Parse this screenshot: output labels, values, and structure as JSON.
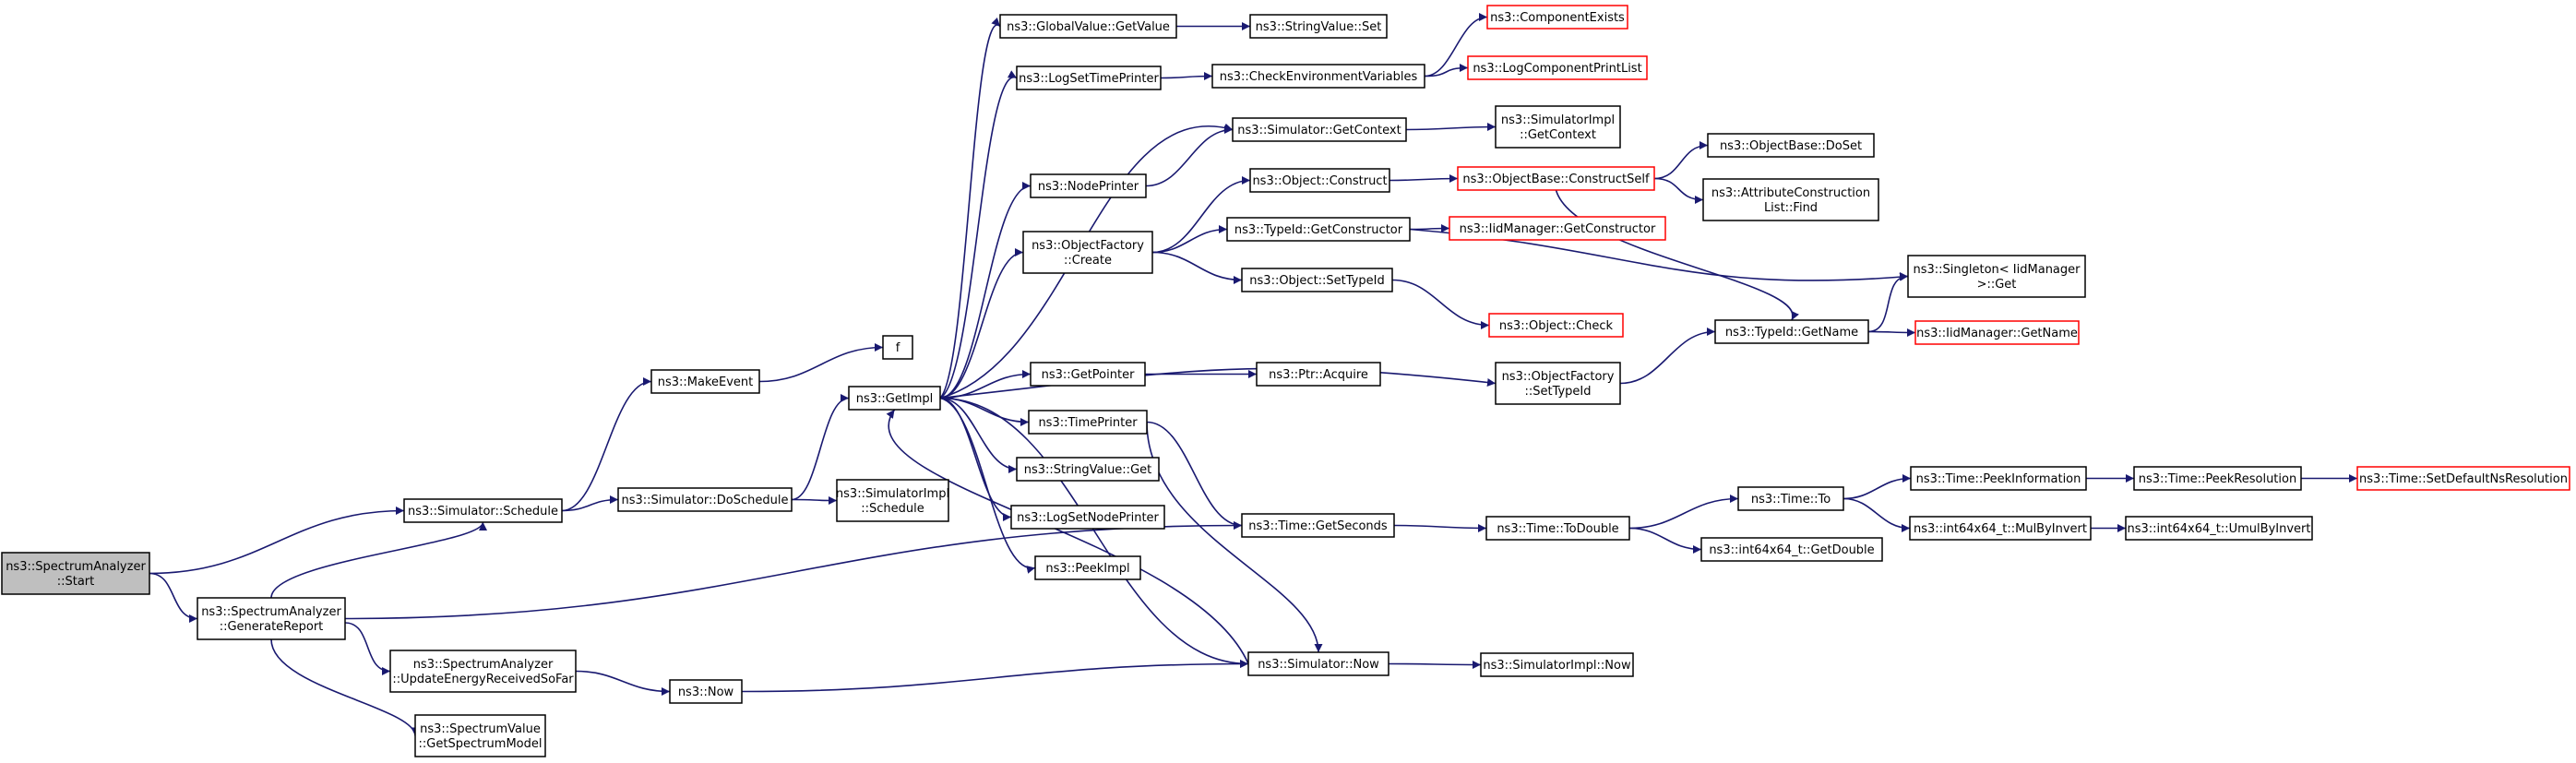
{
  "colors": {
    "edge": "#191970",
    "node_border": "#000000",
    "truncated_border": "#ff0000",
    "root_fill": "#bfbfbf",
    "node_fill": "#ffffff"
  },
  "nodes": [
    {
      "id": "start",
      "lines": [
        "ns3::SpectrumAnalyzer",
        "::Start"
      ],
      "style": "root"
    },
    {
      "id": "sim_schedule",
      "lines": [
        "ns3::Simulator::Schedule"
      ],
      "style": "normal"
    },
    {
      "id": "generate_report",
      "lines": [
        "ns3::SpectrumAnalyzer",
        "::GenerateReport"
      ],
      "style": "normal"
    },
    {
      "id": "make_event",
      "lines": [
        "ns3::MakeEvent"
      ],
      "style": "normal"
    },
    {
      "id": "do_schedule",
      "lines": [
        "ns3::Simulator::DoSchedule"
      ],
      "style": "normal"
    },
    {
      "id": "update_energy",
      "lines": [
        "ns3::SpectrumAnalyzer",
        "::UpdateEnergyReceivedSoFar"
      ],
      "style": "normal"
    },
    {
      "id": "get_spectrum_model",
      "lines": [
        "ns3::SpectrumValue",
        "::GetSpectrumModel"
      ],
      "style": "normal"
    },
    {
      "id": "f",
      "lines": [
        "f"
      ],
      "style": "normal"
    },
    {
      "id": "get_impl",
      "lines": [
        "ns3::GetImpl"
      ],
      "style": "normal"
    },
    {
      "id": "simimpl_schedule",
      "lines": [
        "ns3::SimulatorImpl",
        "::Schedule"
      ],
      "style": "normal"
    },
    {
      "id": "ns3_now",
      "lines": [
        "ns3::Now"
      ],
      "style": "normal"
    },
    {
      "id": "gv_getvalue",
      "lines": [
        "ns3::GlobalValue::GetValue"
      ],
      "style": "normal"
    },
    {
      "id": "log_set_time_printer",
      "lines": [
        "ns3::LogSetTimePrinter"
      ],
      "style": "normal"
    },
    {
      "id": "node_printer",
      "lines": [
        "ns3::NodePrinter"
      ],
      "style": "normal"
    },
    {
      "id": "of_create",
      "lines": [
        "ns3::ObjectFactory",
        "::Create"
      ],
      "style": "normal"
    },
    {
      "id": "get_pointer",
      "lines": [
        "ns3::GetPointer"
      ],
      "style": "normal"
    },
    {
      "id": "time_printer",
      "lines": [
        "ns3::TimePrinter"
      ],
      "style": "normal"
    },
    {
      "id": "sv_get",
      "lines": [
        "ns3::StringValue::Get"
      ],
      "style": "normal"
    },
    {
      "id": "log_set_node_printer",
      "lines": [
        "ns3::LogSetNodePrinter"
      ],
      "style": "normal"
    },
    {
      "id": "peek_impl",
      "lines": [
        "ns3::PeekImpl"
      ],
      "style": "normal"
    },
    {
      "id": "sv_set",
      "lines": [
        "ns3::StringValue::Set"
      ],
      "style": "normal"
    },
    {
      "id": "check_env",
      "lines": [
        "ns3::CheckEnvironmentVariables"
      ],
      "style": "normal"
    },
    {
      "id": "sim_get_context",
      "lines": [
        "ns3::Simulator::GetContext"
      ],
      "style": "normal"
    },
    {
      "id": "obj_construct",
      "lines": [
        "ns3::Object::Construct"
      ],
      "style": "normal"
    },
    {
      "id": "typeid_get_constructor",
      "lines": [
        "ns3::TypeId::GetConstructor"
      ],
      "style": "normal"
    },
    {
      "id": "obj_set_typeid",
      "lines": [
        "ns3::Object::SetTypeId"
      ],
      "style": "normal"
    },
    {
      "id": "ptr_acquire",
      "lines": [
        "ns3::Ptr::Acquire"
      ],
      "style": "normal"
    },
    {
      "id": "time_get_seconds",
      "lines": [
        "ns3::Time::GetSeconds"
      ],
      "style": "normal"
    },
    {
      "id": "sim_now",
      "lines": [
        "ns3::Simulator::Now"
      ],
      "style": "normal"
    },
    {
      "id": "component_exists",
      "lines": [
        "ns3::ComponentExists"
      ],
      "style": "red"
    },
    {
      "id": "log_component_print_list",
      "lines": [
        "ns3::LogComponentPrintList"
      ],
      "style": "red"
    },
    {
      "id": "simimpl_get_context",
      "lines": [
        "ns3::SimulatorImpl",
        "::GetContext"
      ],
      "style": "normal"
    },
    {
      "id": "ob_construct_self",
      "lines": [
        "ns3::ObjectBase::ConstructSelf"
      ],
      "style": "red"
    },
    {
      "id": "iid_get_constructor",
      "lines": [
        "ns3::IidManager::GetConstructor"
      ],
      "style": "red"
    },
    {
      "id": "obj_check",
      "lines": [
        "ns3::Object::Check"
      ],
      "style": "red"
    },
    {
      "id": "of_set_typeid",
      "lines": [
        "ns3::ObjectFactory",
        "::SetTypeId"
      ],
      "style": "normal"
    },
    {
      "id": "time_to_double",
      "lines": [
        "ns3::Time::ToDouble"
      ],
      "style": "normal"
    },
    {
      "id": "simimpl_now",
      "lines": [
        "ns3::SimulatorImpl::Now"
      ],
      "style": "normal"
    },
    {
      "id": "ob_doset",
      "lines": [
        "ns3::ObjectBase::DoSet"
      ],
      "style": "normal"
    },
    {
      "id": "attr_cl_find",
      "lines": [
        "ns3::AttributeConstruction",
        "List::Find"
      ],
      "style": "normal"
    },
    {
      "id": "typeid_get_name",
      "lines": [
        "ns3::TypeId::GetName"
      ],
      "style": "normal"
    },
    {
      "id": "time_to",
      "lines": [
        "ns3::Time::To"
      ],
      "style": "normal"
    },
    {
      "id": "int64_get_double",
      "lines": [
        "ns3::int64x64_t::GetDouble"
      ],
      "style": "normal"
    },
    {
      "id": "singleton_get",
      "lines": [
        "ns3::Singleton< IidManager",
        " >::Get"
      ],
      "style": "normal"
    },
    {
      "id": "iid_get_name",
      "lines": [
        "ns3::IidManager::GetName"
      ],
      "style": "red"
    },
    {
      "id": "time_peek_information",
      "lines": [
        "ns3::Time::PeekInformation"
      ],
      "style": "normal"
    },
    {
      "id": "int64_mul_by_invert",
      "lines": [
        "ns3::int64x64_t::MulByInvert"
      ],
      "style": "normal"
    },
    {
      "id": "time_peek_resolution",
      "lines": [
        "ns3::Time::PeekResolution"
      ],
      "style": "normal"
    },
    {
      "id": "int64_umul_by_invert",
      "lines": [
        "ns3::int64x64_t::UmulByInvert"
      ],
      "style": "normal"
    },
    {
      "id": "time_set_default_ns_resolution",
      "lines": [
        "ns3::Time::SetDefaultNsResolution"
      ],
      "style": "red"
    }
  ],
  "edges": [
    [
      "start",
      "sim_schedule"
    ],
    [
      "start",
      "generate_report"
    ],
    [
      "sim_schedule",
      "make_event"
    ],
    [
      "sim_schedule",
      "do_schedule"
    ],
    [
      "generate_report",
      "sim_schedule"
    ],
    [
      "generate_report",
      "time_get_seconds"
    ],
    [
      "generate_report",
      "update_energy"
    ],
    [
      "generate_report",
      "get_spectrum_model"
    ],
    [
      "make_event",
      "f"
    ],
    [
      "do_schedule",
      "get_impl"
    ],
    [
      "do_schedule",
      "simimpl_schedule"
    ],
    [
      "update_energy",
      "ns3_now"
    ],
    [
      "ns3_now",
      "sim_now"
    ],
    [
      "get_impl",
      "gv_getvalue"
    ],
    [
      "get_impl",
      "log_set_time_printer"
    ],
    [
      "get_impl",
      "sim_get_context"
    ],
    [
      "get_impl",
      "node_printer"
    ],
    [
      "get_impl",
      "of_create"
    ],
    [
      "get_impl",
      "of_set_typeid"
    ],
    [
      "get_impl",
      "get_pointer"
    ],
    [
      "get_impl",
      "time_printer"
    ],
    [
      "get_impl",
      "sv_get"
    ],
    [
      "get_impl",
      "log_set_node_printer"
    ],
    [
      "get_impl",
      "peek_impl"
    ],
    [
      "get_impl",
      "sim_now"
    ],
    [
      "sim_now",
      "get_impl"
    ],
    [
      "sim_now",
      "simimpl_now"
    ],
    [
      "gv_getvalue",
      "sv_set"
    ],
    [
      "log_set_time_printer",
      "check_env"
    ],
    [
      "check_env",
      "component_exists"
    ],
    [
      "check_env",
      "log_component_print_list"
    ],
    [
      "node_printer",
      "sim_get_context"
    ],
    [
      "sim_get_context",
      "simimpl_get_context"
    ],
    [
      "of_create",
      "obj_construct"
    ],
    [
      "of_create",
      "typeid_get_constructor"
    ],
    [
      "of_create",
      "obj_set_typeid"
    ],
    [
      "obj_construct",
      "ob_construct_self"
    ],
    [
      "ob_construct_self",
      "ob_doset"
    ],
    [
      "ob_construct_self",
      "attr_cl_find"
    ],
    [
      "ob_construct_self",
      "typeid_get_name"
    ],
    [
      "typeid_get_constructor",
      "iid_get_constructor"
    ],
    [
      "typeid_get_constructor",
      "singleton_get"
    ],
    [
      "obj_set_typeid",
      "obj_check"
    ],
    [
      "get_pointer",
      "ptr_acquire"
    ],
    [
      "time_printer",
      "time_get_seconds"
    ],
    [
      "time_printer",
      "sim_now"
    ],
    [
      "of_set_typeid",
      "typeid_get_name"
    ],
    [
      "typeid_get_name",
      "singleton_get"
    ],
    [
      "typeid_get_name",
      "iid_get_name"
    ],
    [
      "time_get_seconds",
      "time_to_double"
    ],
    [
      "time_to_double",
      "time_to"
    ],
    [
      "time_to_double",
      "int64_get_double"
    ],
    [
      "time_to",
      "time_peek_information"
    ],
    [
      "time_to",
      "int64_mul_by_invert"
    ],
    [
      "time_peek_information",
      "time_peek_resolution"
    ],
    [
      "time_peek_resolution",
      "time_set_default_ns_resolution"
    ],
    [
      "int64_mul_by_invert",
      "int64_umul_by_invert"
    ]
  ]
}
